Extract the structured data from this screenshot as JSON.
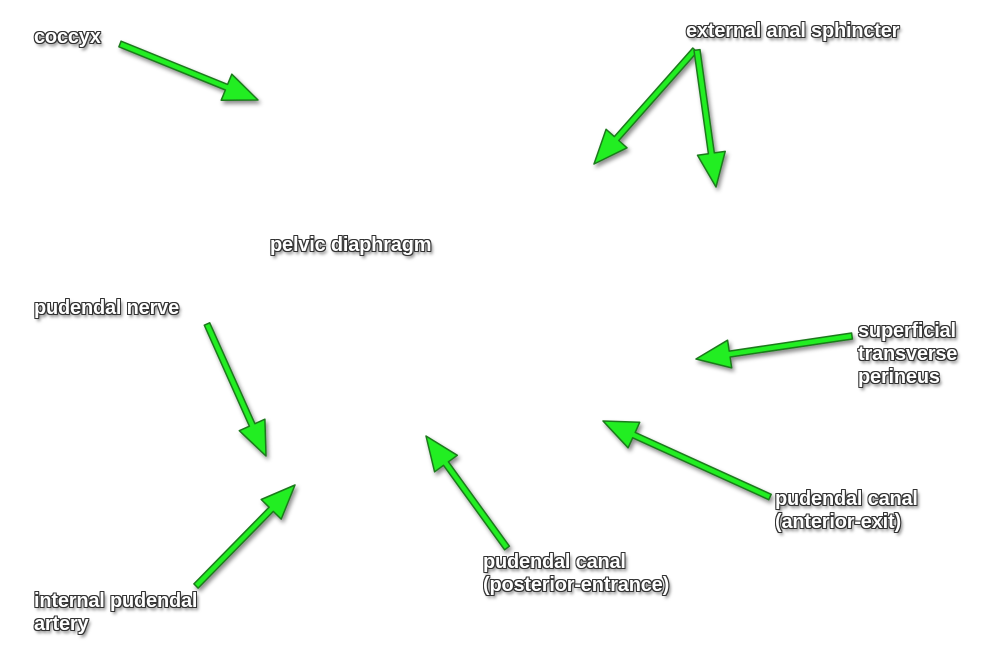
{
  "labels": {
    "coccyx": "coccyx",
    "external_anal_sphincter": "external anal sphincter",
    "pelvic_diaphragm": "pelvic diaphragm",
    "pudendal_nerve": "pudendal nerve",
    "superficial_transverse_perineus": [
      "superficial",
      "transverse",
      "perineus"
    ],
    "pudendal_canal_anterior": [
      "pudendal canal",
      "(anterior-exit)"
    ],
    "pudendal_canal_posterior": [
      "pudendal canal",
      "(posterior-entrance)"
    ],
    "internal_pudendal_artery": [
      "internal pudendal",
      "artery"
    ]
  },
  "colors": {
    "arrow_fill": "#22ee22",
    "arrow_stroke": "#1a7a1a",
    "label_text": "#ffffff",
    "label_outline": "#333333"
  }
}
